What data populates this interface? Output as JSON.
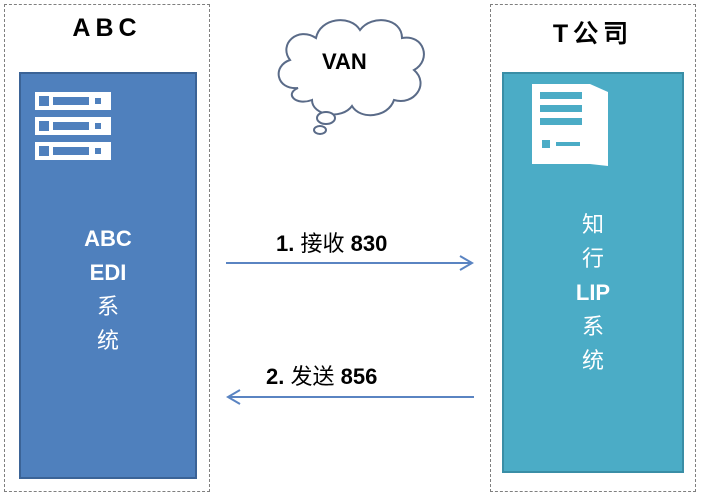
{
  "left_company": {
    "title": "ABC",
    "system_line1": "ABC",
    "system_line2": "EDI",
    "system_line3": "系",
    "system_line4": "统"
  },
  "right_company": {
    "title": "T公司",
    "system_line1": "知",
    "system_line2": "行",
    "system_line3": "LIP",
    "system_line4": "系",
    "system_line5": "统"
  },
  "network": {
    "label": "VAN"
  },
  "flows": [
    {
      "number": "1.",
      "verb": "接收",
      "doc": "830",
      "direction": "left-to-right"
    },
    {
      "number": "2.",
      "verb": "发送",
      "doc": "856",
      "direction": "right-to-left"
    }
  ],
  "colors": {
    "left_box": "#4f80bd",
    "right_box": "#4bacc6",
    "arrow": "#5a84c2",
    "frame": "#7f7f7f"
  }
}
